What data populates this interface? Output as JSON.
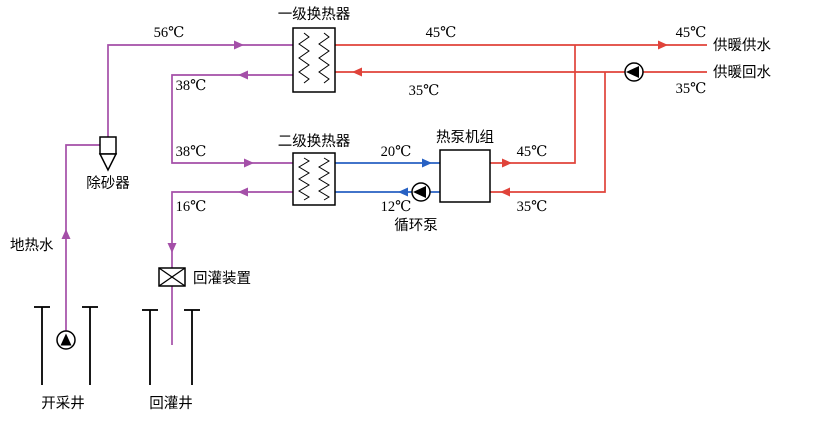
{
  "colors": {
    "geo": "#a44fa8",
    "heat": "#e0433a",
    "loop": "#2761c3",
    "ink": "#000000"
  },
  "labels": {
    "hx1": "一级换热器",
    "hx2": "二级换热器",
    "heat_pump": "热泵机组",
    "sand_remover": "除砂器",
    "reinjection_device": "回灌装置",
    "production_well": "开采井",
    "reinjection_well": "回灌井",
    "geothermal_water": "地热水",
    "circulation_pump": "循环泵",
    "heating_supply": "供暖供水",
    "heating_return": "供暖回水"
  },
  "temps": {
    "geo_supply": "56℃",
    "hx1_out": "45℃",
    "supply_end": "45℃",
    "hx1_return": "35℃",
    "return_end": "35℃",
    "hx1_geo_out": "38℃",
    "hx2_geo_in": "38℃",
    "hx2_geo_out": "16℃",
    "loop_supply": "20℃",
    "loop_return": "12℃",
    "hp_out": "45℃",
    "hp_in": "35℃"
  }
}
